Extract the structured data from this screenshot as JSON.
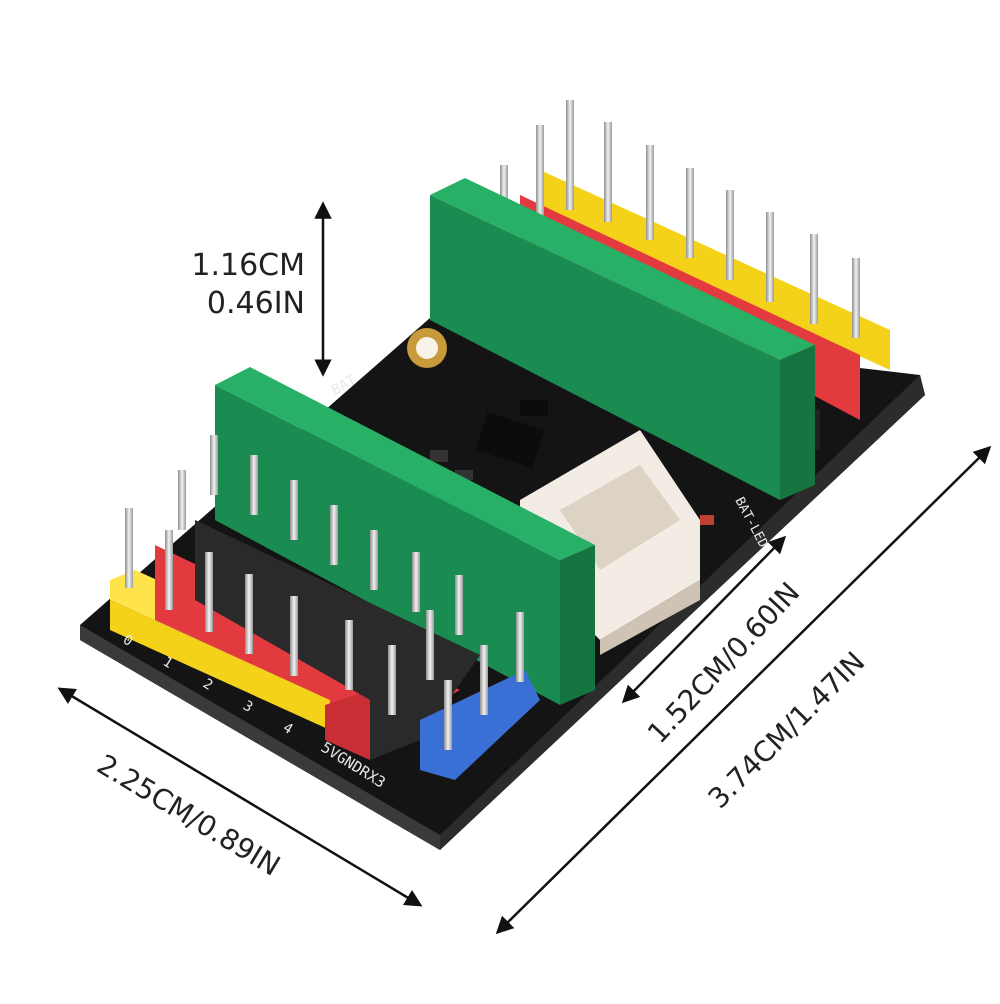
{
  "dimensions": {
    "height_cm": "1.16CM",
    "height_in": "0.46IN",
    "width_inner": "1.52CM/0.60IN",
    "length": "3.74CM/1.47IN",
    "width_outer": "2.25CM/0.89IN"
  },
  "silkscreen": {
    "top_label": "BAT",
    "led_label": "BAT-LED",
    "pin_row": "5VGNDRX3",
    "digits": [
      "0",
      "1",
      "2",
      "3",
      "4"
    ]
  },
  "colors": {
    "pcb": "#1a1a1a",
    "socket": "#1f9a5a",
    "header_yellow": "#f5d21a",
    "header_red": "#e23a3f",
    "header_black": "#2a2a2a",
    "header_blue": "#3a6fd6",
    "connector": "#f2ece4",
    "pin": "#c9c9c9"
  }
}
